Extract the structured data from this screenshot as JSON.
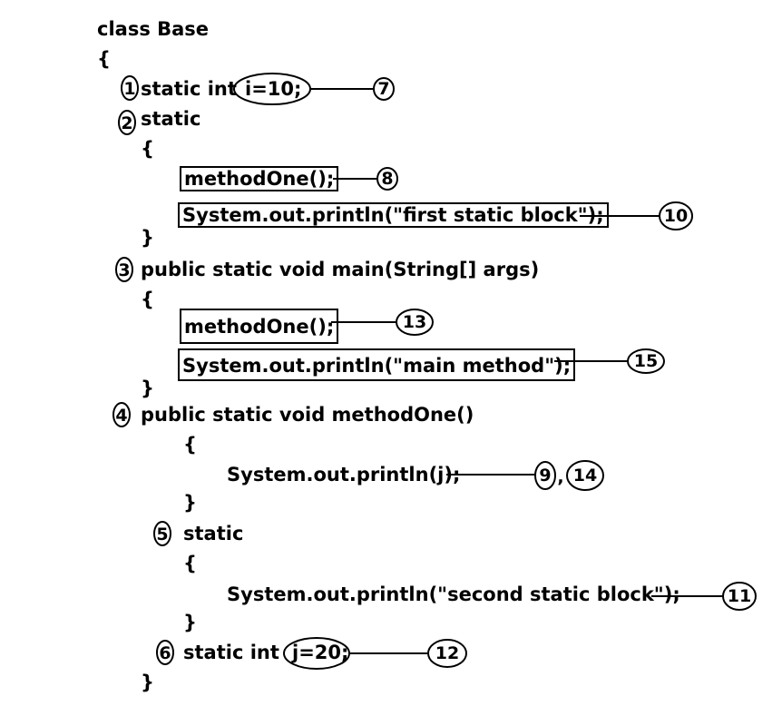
{
  "code": {
    "class_decl": "class Base",
    "open_brace": "{",
    "l1_static_int": "static int",
    "l1_i_assign": "i=10;",
    "l2_static": "static",
    "l2_open": "{",
    "l2_method_call": "methodOne();",
    "l2_println": "System.out.println(\"first static block\");",
    "l2_close": "}",
    "l3_main": "public static void main(String[] args)",
    "l3_open": "{",
    "l3_method_call": "methodOne();",
    "l3_println": "System.out.println(\"main method\");",
    "l3_close": "}",
    "l4_method_decl": "public static void methodOne()",
    "l4_open": "{",
    "l4_println": "System.out.println(j);",
    "l4_close": "}",
    "l5_static": "static",
    "l5_open": "{",
    "l5_println": "System.out.println(\"second static block\");",
    "l5_close": "}",
    "l6_static_int": "static int",
    "l6_j_assign": "j=20;",
    "close_brace": "}"
  },
  "markers": {
    "m1": "1",
    "m2": "2",
    "m3": "3",
    "m4": "4",
    "m5": "5",
    "m6": "6"
  },
  "steps": {
    "s7": "7",
    "s8": "8",
    "s9": "9",
    "comma": ",",
    "s10": "10",
    "s11": "11",
    "s12": "12",
    "s13": "13",
    "s14": "14",
    "s15": "15"
  },
  "colors": {
    "ink": "#000000",
    "background": "#ffffff"
  }
}
